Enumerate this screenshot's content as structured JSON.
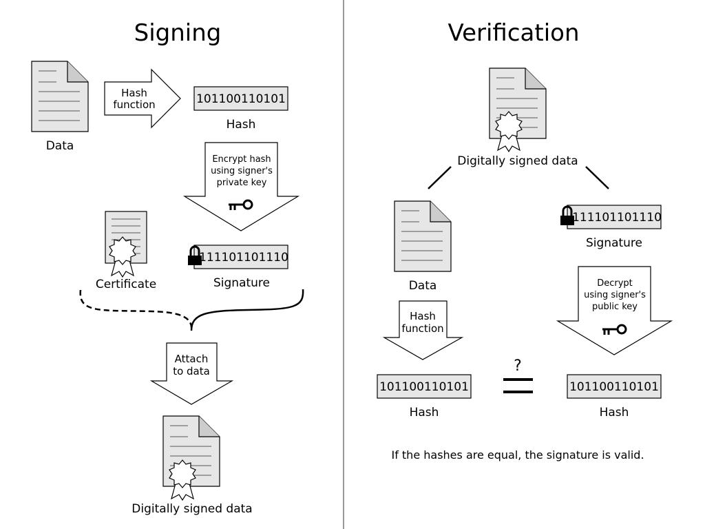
{
  "signing": {
    "title": "Signing",
    "data_label": "Data",
    "hash_function_line1": "Hash",
    "hash_function_line2": "function",
    "hash_value": "101100110101",
    "hash_label": "Hash",
    "encrypt_line1": "Encrypt hash",
    "encrypt_line2": "using signer's",
    "encrypt_line3": "private key",
    "certificate_label": "Certificate",
    "signature_value": "111101101110",
    "signature_label": "Signature",
    "attach_line1": "Attach",
    "attach_line2": "to data",
    "signed_data_label": "Digitally signed data"
  },
  "verification": {
    "title": "Verification",
    "signed_data_label": "Digitally signed data",
    "data_label": "Data",
    "signature_value": "111101101110",
    "signature_label": "Signature",
    "hash_function_line1": "Hash",
    "hash_function_line2": "function",
    "decrypt_line1": "Decrypt",
    "decrypt_line2": "using signer's",
    "decrypt_line3": "public key",
    "left_hash_value": "101100110101",
    "left_hash_label": "Hash",
    "compare_symbol": "?",
    "right_hash_value": "101100110101",
    "right_hash_label": "Hash",
    "conclusion": "If the hashes are equal, the signature is valid."
  }
}
